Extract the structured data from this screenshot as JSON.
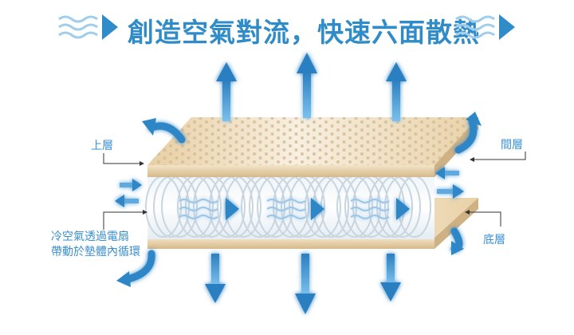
{
  "headline": "創造空氣對流，快速六面散熱",
  "labels": {
    "top_layer": "上層",
    "middle_layer": "間層",
    "bottom_layer": "底層",
    "airflow_line1": "冷空氣透過電扇",
    "airflow_line2": "帶動於墊體內循環"
  },
  "colors": {
    "accent": "#2f8cc8",
    "arrow": "#2d86c6",
    "label": "#3a8fcd",
    "pad_top": "#f1e2c6",
    "pad_edge": "#d9bf95"
  },
  "icons": [
    "wind-icon",
    "arrow-icon",
    "fan-coil",
    "perforated-pad"
  ]
}
